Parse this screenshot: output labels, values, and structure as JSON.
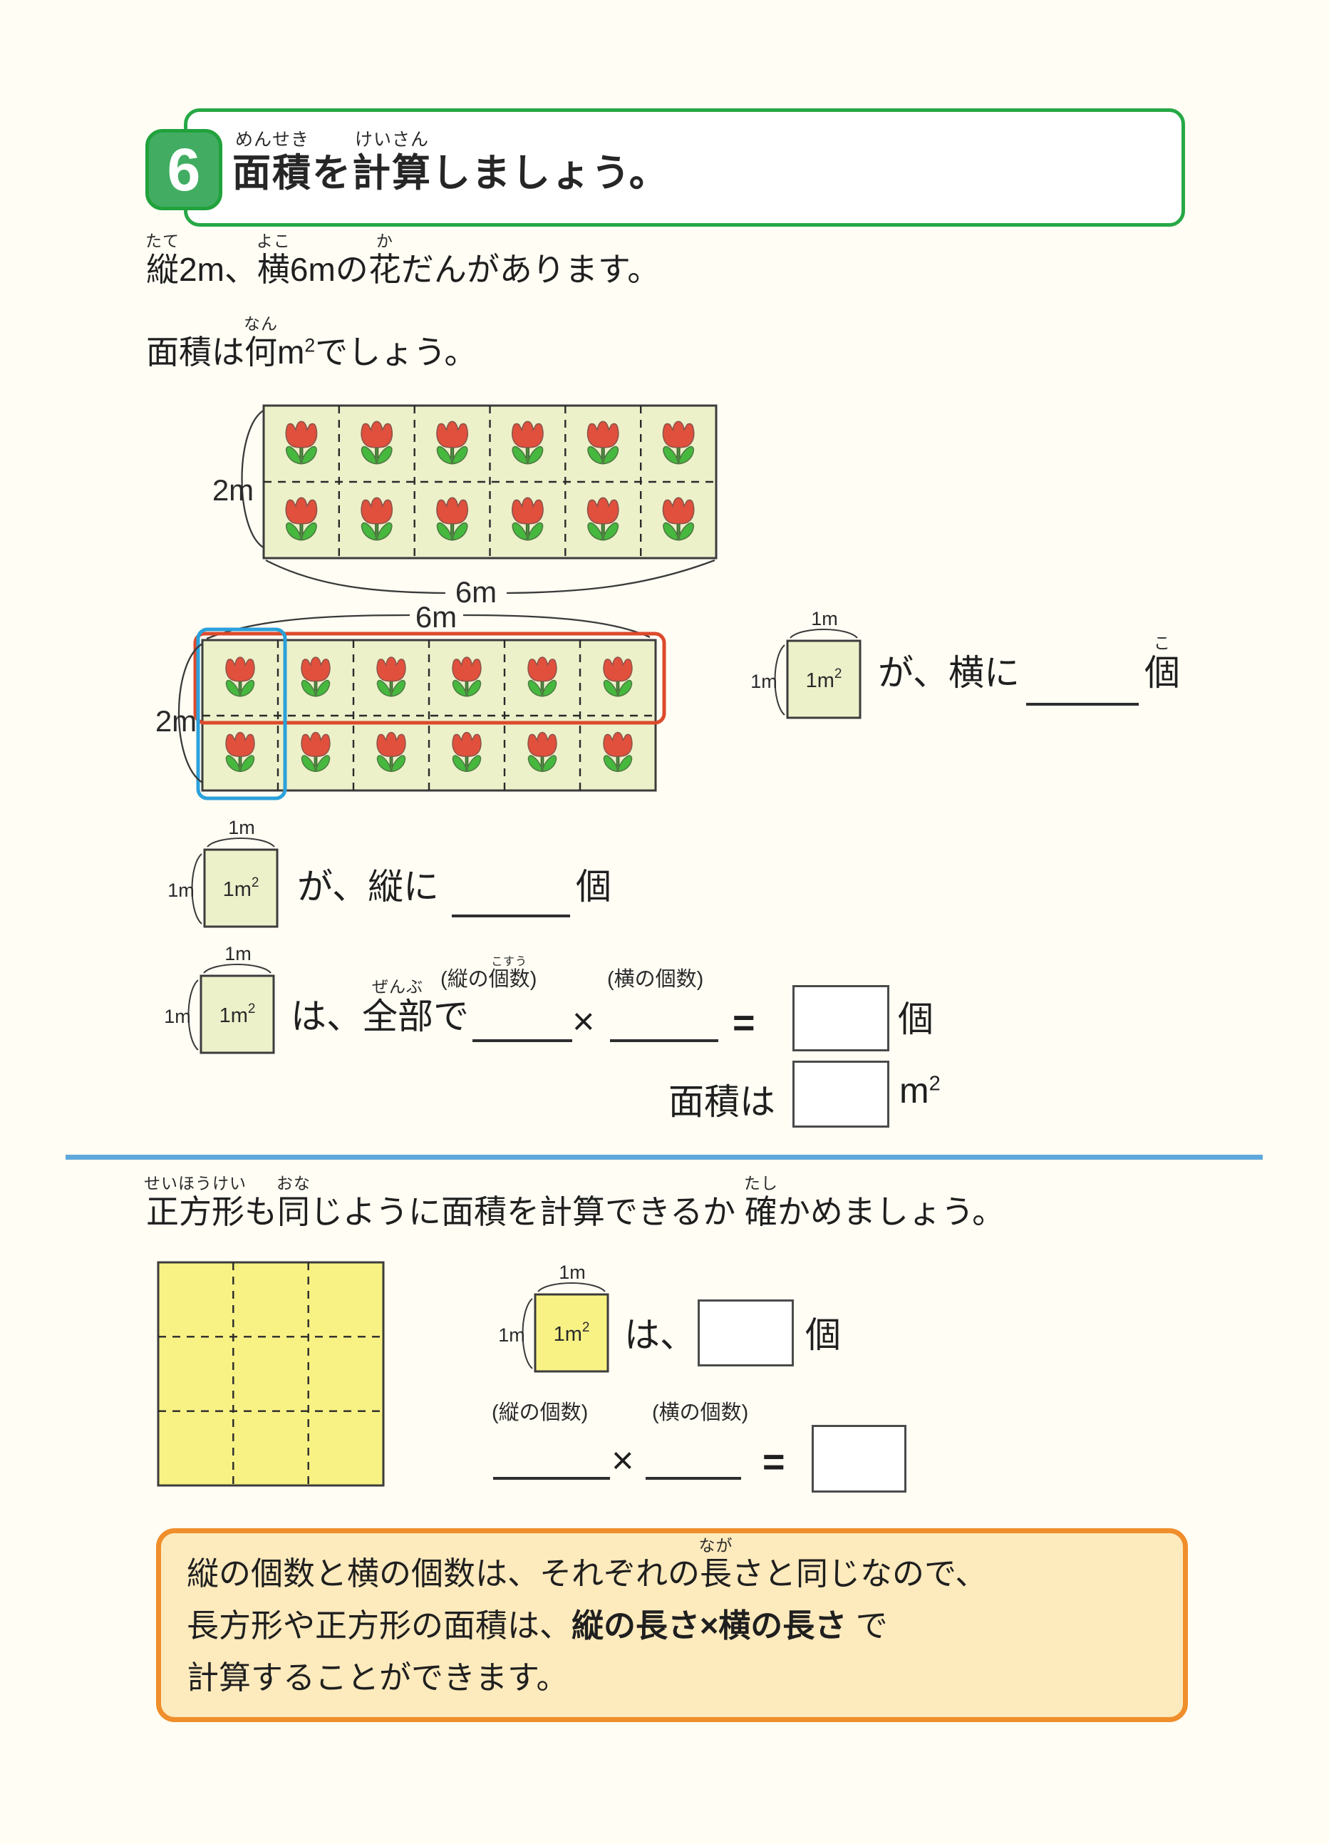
{
  "colors": {
    "header_green": "#27a845",
    "badge_green": "#42ad62",
    "bed_fill": "#ecf1ca",
    "yellow_fill": "#f8f285",
    "tulip_petal": "#e0503c",
    "tulip_leaf": "#46b83e",
    "tulip_stem": "#4f8c3f",
    "row_highlight": "#dc4a2c",
    "col_highlight": "#2ba1db",
    "divider_blue": "#5fa8dc",
    "note_border": "#ef8e2b",
    "note_bg": "#fdeabd"
  },
  "header": {
    "number": "6",
    "title": [
      {
        "t": "面積",
        "r": "めんせき"
      },
      {
        "t": "を"
      },
      {
        "t": "計算",
        "r": "けいさん"
      },
      {
        "t": "しましょう。"
      }
    ]
  },
  "intro": {
    "line1": [
      {
        "t": "縦",
        "r": "たて"
      },
      {
        "t": "2m、"
      },
      {
        "t": "横",
        "r": "よこ"
      },
      {
        "t": "6mの"
      },
      {
        "t": "花",
        "r": "か"
      },
      {
        "t": "だんがあります。"
      }
    ],
    "line2": [
      {
        "t": "面積は"
      },
      {
        "t": "何",
        "r": "なん"
      },
      {
        "t": "m"
      },
      {
        "t": "2",
        "sup": true
      },
      {
        "t": "でしょう。"
      }
    ]
  },
  "bed1": {
    "rows": 2,
    "cols": 6,
    "side_label": "2m",
    "bottom_label": "6m"
  },
  "bed2": {
    "rows": 2,
    "cols": 6,
    "side_label": "2m",
    "top_label": "6m"
  },
  "unit": {
    "top": "1m",
    "side": "1m",
    "area": "1m",
    "area_sup": "2"
  },
  "rows": {
    "yoko": {
      "lead": "が、横に",
      "tail": [
        {
          "t": "個",
          "r": "こ"
        }
      ]
    },
    "tate": {
      "lead": "が、縦に",
      "tail": "個"
    },
    "total": {
      "lead": [
        {
          "t": "は、"
        },
        {
          "t": "全部",
          "r": "ぜんぶ"
        },
        {
          "t": "で"
        }
      ],
      "label_tate": [
        {
          "t": "(縦の"
        },
        {
          "t": "個数",
          "r": "こすう"
        },
        {
          "t": ")"
        }
      ],
      "label_yoko": "(横の個数)",
      "times": "×",
      "equals": "=",
      "tail": "個"
    },
    "area": {
      "lead": "面積は",
      "unit": "m",
      "unit_sup": "2"
    }
  },
  "section2": {
    "heading": [
      {
        "t": "正方形",
        "r": "せいほうけい"
      },
      {
        "t": "も"
      },
      {
        "t": "同",
        "r": "おな"
      },
      {
        "t": "じように面積を計算できるか "
      },
      {
        "t": "確",
        "r": "たし"
      },
      {
        "t": "かめましょう。"
      }
    ],
    "square": {
      "rows": 3,
      "cols": 3
    },
    "square_row": {
      "lead": "は、",
      "tail": "個"
    },
    "label_tate": "(縦の個数)",
    "label_yoko": "(横の個数)",
    "times": "×",
    "equals": "="
  },
  "note": {
    "line1": [
      {
        "t": "縦の個数と横の個数は、それぞれの"
      },
      {
        "t": "長",
        "r": "なが"
      },
      {
        "t": "さと同じなので、"
      }
    ],
    "line2": [
      {
        "t": "長方形や正方形の面積は、"
      },
      {
        "t": "縦の長さ×横の長さ",
        "b": true
      },
      {
        "t": " で"
      }
    ],
    "line3": [
      {
        "t": "計算することができます。"
      }
    ]
  }
}
